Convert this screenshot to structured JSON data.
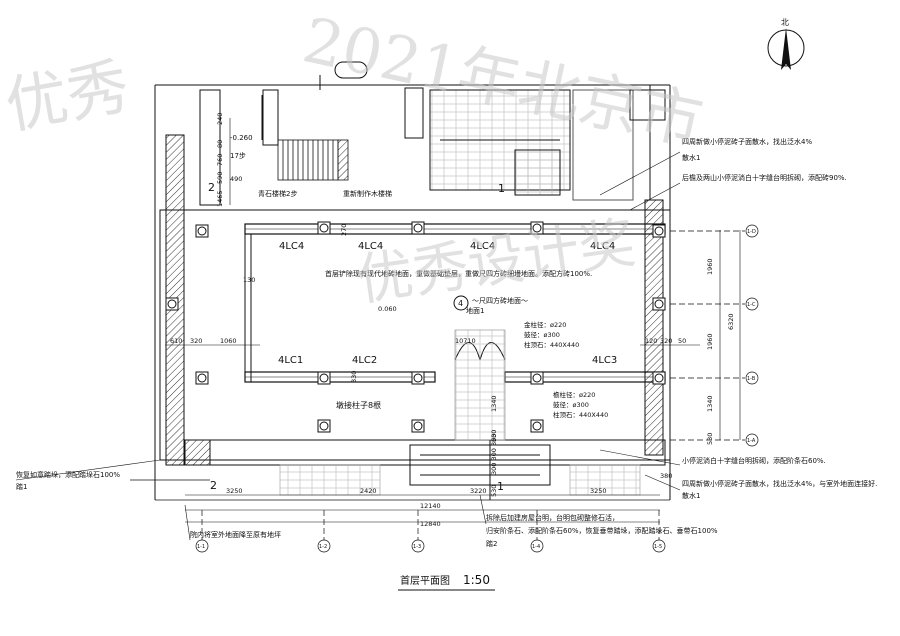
{
  "watermark": {
    "left": "优秀",
    "middle": "2021年北京市",
    "right": "优秀设计奖"
  },
  "north": {
    "label": "北"
  },
  "labels": {
    "elev_top": "-0.260",
    "step": "17步",
    "stair_stone": "青石楼梯2步",
    "stair_wood": "重新制作木楼梯",
    "section_2_top": "2",
    "section_1_top": "1",
    "section_2_bottom": "2",
    "section_1_bottom": "1",
    "door_4lc4_a": "4LC4",
    "door_4lc4_b": "4LC4",
    "door_4lc4_c": "4LC4",
    "door_4lc4_d": "4LC4",
    "door_4lc1": "4LC1",
    "door_4lc2": "4LC2",
    "door_4lc3": "4LC3",
    "floor_note": "首层铲除现有现代地砖地面，重做基础垫层，重做尺四方砖细墁地面。添配方砖100%.",
    "elev_floor": "0.060",
    "floor_circle": "4",
    "floor_tag": "～尺四方砖地面～",
    "floor_tag2": "地面1",
    "col_gold_1": "金柱径：ø220",
    "col_gold_2": "鼓径：ø300",
    "col_gold_3": "柱顶石：440X440",
    "col_eave_1": "檐柱径：ø220",
    "col_eave_2": "鼓径：ø300",
    "col_eave_3": "柱顶石：440X440",
    "col_repair": "墩接柱子8根",
    "note_tr1": "四周新做小停泥砖子面散水，找出泛水4%",
    "note_tr1b": "散水1",
    "note_tr2": "后檐及两山小停泥淌白十字缝台明拆砌，添配砖90%.",
    "note_r1": "小停泥淌白十字缝台明拆砌，添配阶条石60%.",
    "note_r2": "四周新做小停泥砖子面散水，找出泛水4%，与室外地面连接好.",
    "note_r2b": "散水1",
    "note_l1": "恢复如意踏垛，添配踏垛石100%",
    "note_l1b": "踏1",
    "note_bl": "院内将室外地面降至原有地坪",
    "note_bc1": "拆除后加建房屋台明，台明包砌整修石活，",
    "note_bc2": "归安阶条石、添配阶条石60%，恢复垂带踏垛，添配踏垛石、垂带石100%",
    "note_bc3": "踏2",
    "title": "首层平面图",
    "scale": "1:50"
  },
  "dims": {
    "d490": "490",
    "d240": "240",
    "d80": "80",
    "d760": "760",
    "d590": "590",
    "d1465": "1465",
    "d270": "270",
    "d130": "130",
    "d610": "610",
    "d320a": "320",
    "d1060": "1060",
    "d10710": "10710",
    "d120a": "120",
    "d320b": "320",
    "d50": "50",
    "d1960a": "1960",
    "d1960b": "1960",
    "d6320": "6320",
    "d1340a": "1340",
    "d1340b": "1340",
    "d530a": "530",
    "d530b": "530",
    "d330": "330",
    "d380": "380",
    "d3250a": "3250",
    "d2420": "2420",
    "d3220": "3220",
    "d3250b": "3250",
    "d12140": "12140",
    "d12840": "12840",
    "d300stack": "300 300 300",
    "d530c": "530"
  },
  "axes": {
    "x1": "1-1",
    "x2": "1-2",
    "x3": "1-3",
    "x4": "1-4",
    "x5": "1-5",
    "yA": "1-D",
    "yB": "1-C",
    "yC": "1-B",
    "yD": "1-A"
  }
}
